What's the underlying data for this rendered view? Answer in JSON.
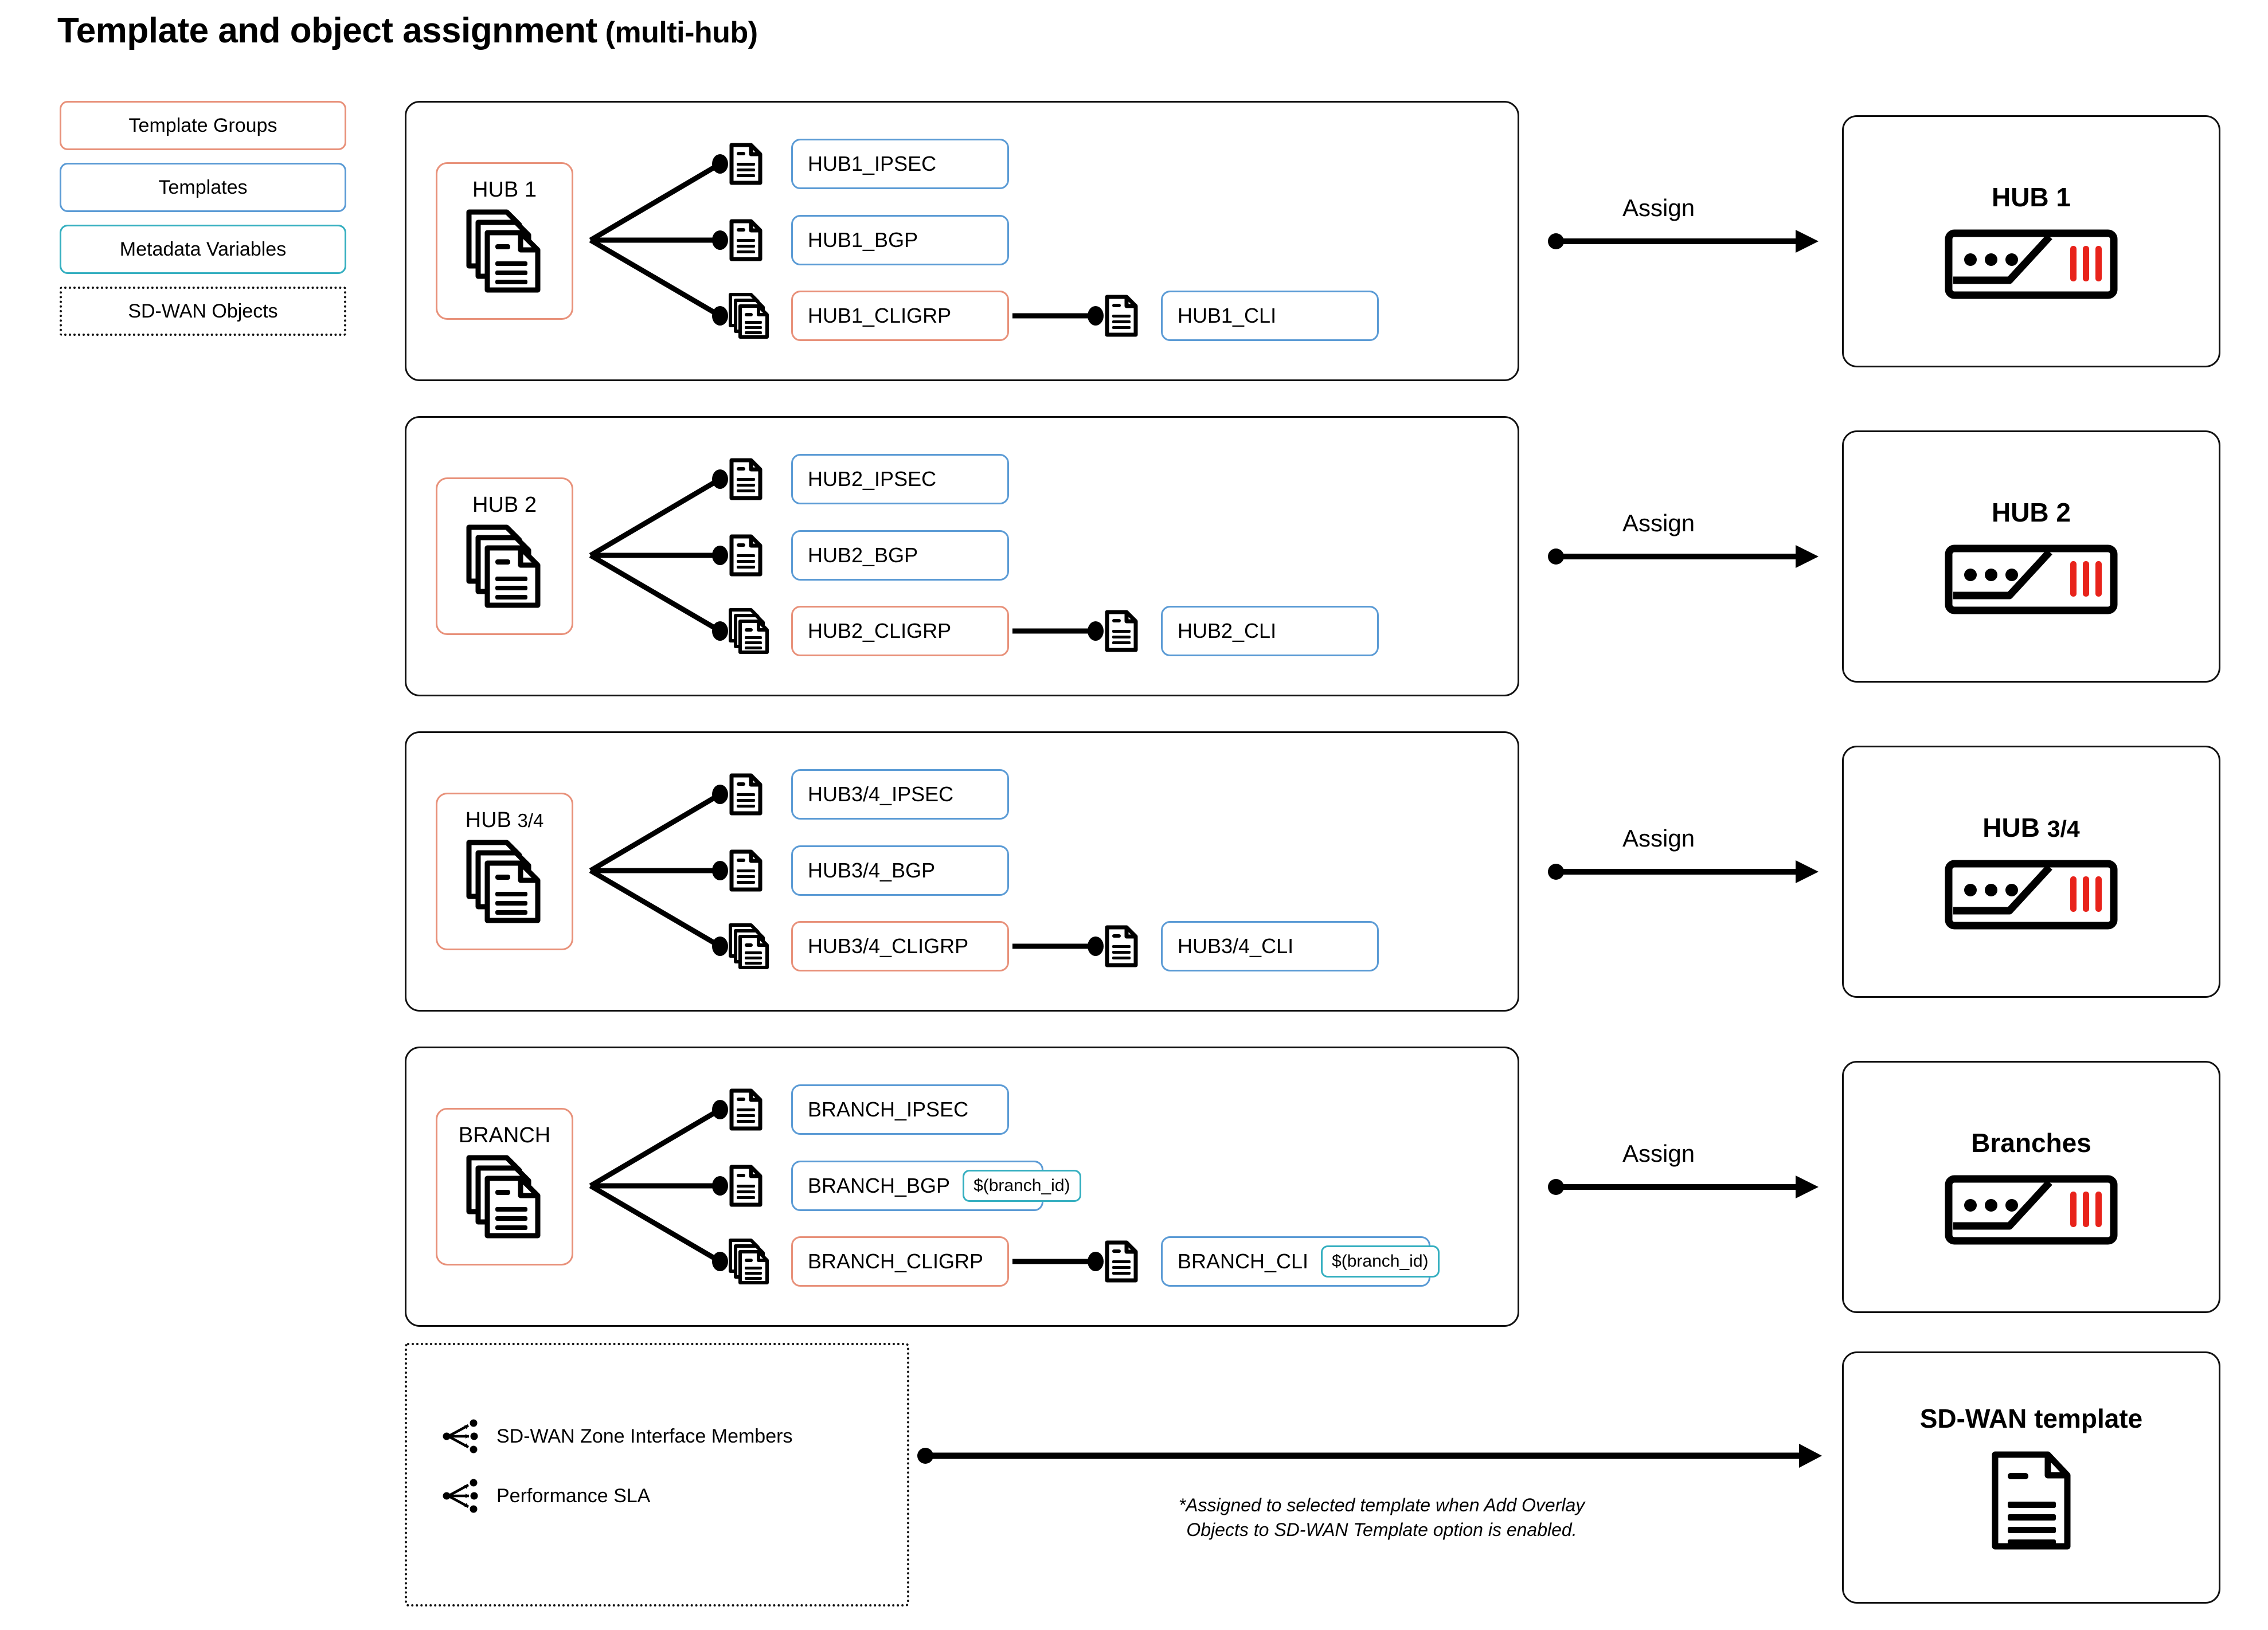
{
  "title": {
    "main": "Template and object assignment",
    "suffix": " (multi-hub)"
  },
  "legend": {
    "items": [
      {
        "label": "Template Groups",
        "style": "group",
        "color": "#E8917A"
      },
      {
        "label": "Templates",
        "style": "template",
        "color": "#5B9BD5"
      },
      {
        "label": "Metadata Variables",
        "style": "metadata",
        "color": "#35AFC0"
      },
      {
        "label": "SD-WAN Objects",
        "style": "object",
        "color": "#111111"
      }
    ]
  },
  "sections": [
    {
      "group": {
        "label": "HUB 1",
        "label_small": "",
        "icon": "document-stack-icon"
      },
      "templates": [
        {
          "name": "HUB1_IPSEC",
          "style": "blue",
          "icon": "document-icon",
          "metavar": ""
        },
        {
          "name": "HUB1_BGP",
          "style": "blue",
          "icon": "document-icon",
          "metavar": ""
        },
        {
          "name": "HUB1_CLIGRP",
          "style": "salmon",
          "icon": "document-stack-icon",
          "metavar": ""
        }
      ],
      "child": {
        "name": "HUB1_CLI",
        "style": "blue",
        "icon": "document-icon",
        "metavar": ""
      },
      "assign_label": "Assign",
      "device": {
        "title": "HUB 1",
        "title_small": "",
        "icon": "firewall-device-icon"
      }
    },
    {
      "group": {
        "label": "HUB 2",
        "label_small": "",
        "icon": "document-stack-icon"
      },
      "templates": [
        {
          "name": "HUB2_IPSEC",
          "style": "blue",
          "icon": "document-icon",
          "metavar": ""
        },
        {
          "name": "HUB2_BGP",
          "style": "blue",
          "icon": "document-icon",
          "metavar": ""
        },
        {
          "name": "HUB2_CLIGRP",
          "style": "salmon",
          "icon": "document-stack-icon",
          "metavar": ""
        }
      ],
      "child": {
        "name": "HUB2_CLI",
        "style": "blue",
        "icon": "document-icon",
        "metavar": ""
      },
      "assign_label": "Assign",
      "device": {
        "title": "HUB 2",
        "title_small": "",
        "icon": "firewall-device-icon"
      }
    },
    {
      "group": {
        "label": "HUB ",
        "label_small": "3/4",
        "icon": "document-stack-icon"
      },
      "templates": [
        {
          "name": "HUB3/4_IPSEC",
          "style": "blue",
          "icon": "document-icon",
          "metavar": ""
        },
        {
          "name": "HUB3/4_BGP",
          "style": "blue",
          "icon": "document-icon",
          "metavar": ""
        },
        {
          "name": "HUB3/4_CLIGRP",
          "style": "salmon",
          "icon": "document-stack-icon",
          "metavar": ""
        }
      ],
      "child": {
        "name": "HUB3/4_CLI",
        "style": "blue",
        "icon": "document-icon",
        "metavar": ""
      },
      "assign_label": "Assign",
      "device": {
        "title": "HUB ",
        "title_small": "3/4",
        "icon": "firewall-device-icon"
      }
    },
    {
      "group": {
        "label": "BRANCH",
        "label_small": "",
        "icon": "document-stack-icon"
      },
      "templates": [
        {
          "name": "BRANCH_IPSEC",
          "style": "blue",
          "icon": "document-icon",
          "metavar": ""
        },
        {
          "name": "BRANCH_BGP",
          "style": "blue",
          "icon": "document-icon",
          "metavar": "$(branch_id)"
        },
        {
          "name": "BRANCH_CLIGRP",
          "style": "salmon",
          "icon": "document-stack-icon",
          "metavar": ""
        }
      ],
      "child": {
        "name": "BRANCH_CLI",
        "style": "blue",
        "icon": "document-icon",
        "metavar": "$(branch_id)"
      },
      "assign_label": "Assign",
      "device": {
        "title": "Branches",
        "title_small": "",
        "icon": "firewall-device-icon"
      }
    }
  ],
  "sdwan": {
    "objects": [
      {
        "label": "SD-WAN Zone Interface Members",
        "icon": "fanout-network-icon"
      },
      {
        "label": "Performance SLA",
        "icon": "fanout-network-icon"
      }
    ],
    "footnote": "*Assigned to selected template when Add Overlay\nObjects to SD-WAN Template option is enabled.",
    "device": {
      "title": "SD-WAN template",
      "icon": "document-large-icon"
    }
  },
  "colors": {
    "group_border": "#E8917A",
    "template_border": "#5B9BD5",
    "metadata_border": "#35AFC0",
    "outline": "#111111",
    "device_accent": "#E8231B"
  }
}
